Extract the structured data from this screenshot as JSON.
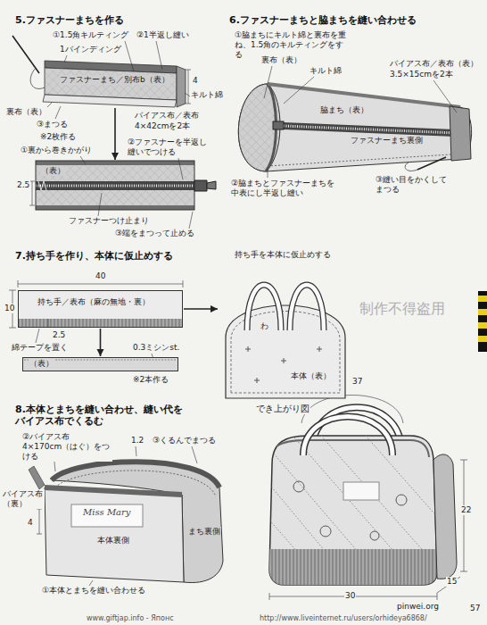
{
  "diagram": {
    "nodes": [
      {
        "text": [
          "ファスナーまち／別布b（表）"
        ]
      },
      {
        "text": [
          "（表）"
        ]
      },
      {
        "text": [
          "持ち手／表布（麻の無地・裏）"
        ]
      },
      {
        "text": [
          "（表）"
        ]
      },
      {
        "text": [
          "わ",
          "本体（表）"
        ]
      }
    ],
    "edges": [
      {
        "from": 0,
        "to": 1,
        "arrow": "to"
      },
      {
        "from": 2,
        "to": 3,
        "arrow": "to"
      },
      {
        "from": 2,
        "to": 4,
        "arrow": "to"
      }
    ],
    "labels": [
      "5.ファスナーまちを作る",
      "①1.5角キルティング",
      "1バインディング",
      "②1半返し縫い",
      "4",
      "キルト綿",
      "裏布（表）",
      "③まつる",
      "※2枚作る",
      "バイアス布／表布",
      "4×42cmを2本",
      "①裏から巻きかがり",
      "②ファスナーを半返し縫いでつける",
      "2.5",
      "ファスナーつけ止まり",
      "③端をまつって止める",
      "6.ファスナーまちと脇まちを縫い合わせる",
      "①脇まちにキルト綿と裏布を重ね、1.5角のキルティングをする",
      "裏布（表）",
      "キルト綿",
      "脇まち（表）",
      "バイアス布／表布（表）",
      "3.5×15cmを2本",
      "ファスナーまち裏側",
      "②脇まちとファスナーまちを中表にし半返し縫い",
      "③縫い目をかくしてまつる",
      "7.持ち手を作り、本体に仮止めする",
      "40",
      "10",
      "2.5",
      "綿テープを置く",
      "0.3ミシンst.",
      "※2本作る",
      "持ち手を本体に仮止めする",
      "制作不得盗用",
      "8.本体とまちを縫い合わせ、縫い代をバイアス布でくるむ",
      "②バイアス布 4×170cm（はぐ）をつける",
      "1.2",
      "③くるんでまつる",
      "バイアス布（裏）",
      "4",
      "まち裏側",
      "Miss Mary",
      "本体裏側",
      "①本体とまちを縫い合わせる",
      "でき上がり図",
      "37",
      "22",
      "15",
      "30",
      "pinwei.org",
      "57",
      "www.giftjap.info - Японс",
      "http://www.liveinternet.ru/users/orhideya6868/"
    ]
  }
}
